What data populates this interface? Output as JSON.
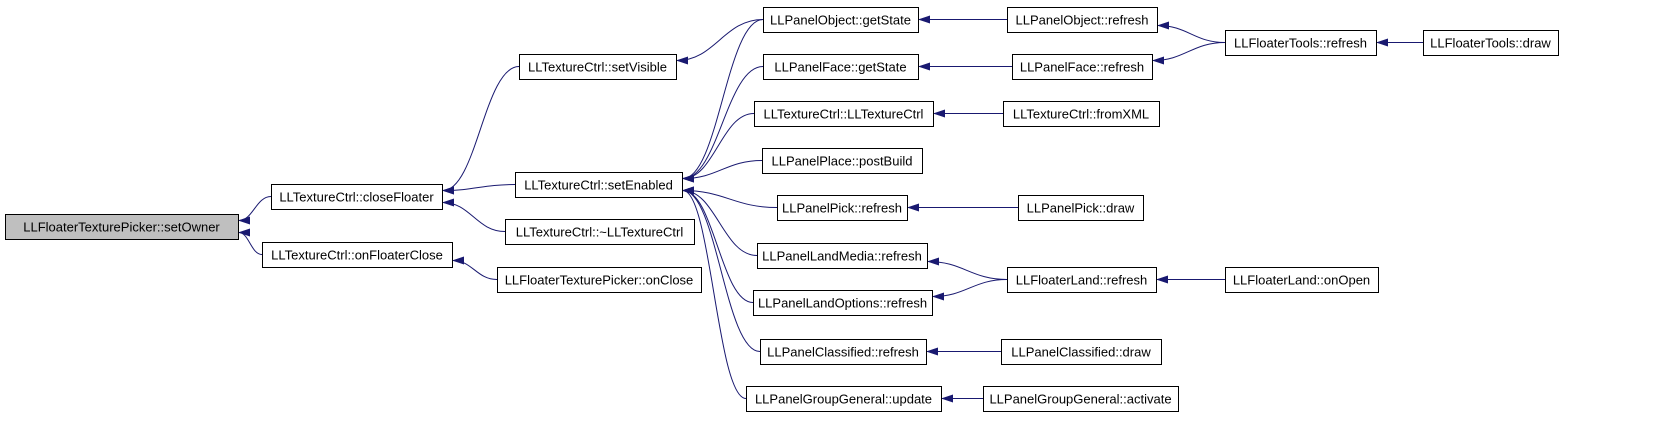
{
  "colors": {
    "edge": "#191970",
    "node_fill": "#ffffff",
    "root_fill": "#bfbfbf",
    "node_border": "#000000"
  },
  "nodes": [
    {
      "id": "root",
      "label": "LLFloaterTexturePicker::setOwner",
      "root": true
    },
    {
      "id": "closeFloater",
      "label": "LLTextureCtrl::closeFloater"
    },
    {
      "id": "onFloaterClose",
      "label": "LLTextureCtrl::onFloaterClose"
    },
    {
      "id": "setVisible",
      "label": "LLTextureCtrl::setVisible"
    },
    {
      "id": "setEnabled",
      "label": "LLTextureCtrl::setEnabled"
    },
    {
      "id": "dtor",
      "label": "LLTextureCtrl::~LLTextureCtrl"
    },
    {
      "id": "onClose",
      "label": "LLFloaterTexturePicker::onClose"
    },
    {
      "id": "objGetState",
      "label": "LLPanelObject::getState"
    },
    {
      "id": "faceGetState",
      "label": "LLPanelFace::getState"
    },
    {
      "id": "ctor",
      "label": "LLTextureCtrl::LLTextureCtrl"
    },
    {
      "id": "placePostBuild",
      "label": "LLPanelPlace::postBuild"
    },
    {
      "id": "pickRefresh",
      "label": "LLPanelPick::refresh"
    },
    {
      "id": "landMediaRefresh",
      "label": "LLPanelLandMedia::refresh"
    },
    {
      "id": "landOptionsRefresh",
      "label": "LLPanelLandOptions::refresh"
    },
    {
      "id": "classifiedRefresh",
      "label": "LLPanelClassified::refresh"
    },
    {
      "id": "groupUpdate",
      "label": "LLPanelGroupGeneral::update"
    },
    {
      "id": "objRefresh",
      "label": "LLPanelObject::refresh"
    },
    {
      "id": "faceRefresh",
      "label": "LLPanelFace::refresh"
    },
    {
      "id": "fromXML",
      "label": "LLTextureCtrl::fromXML"
    },
    {
      "id": "pickDraw",
      "label": "LLPanelPick::draw"
    },
    {
      "id": "landRefresh",
      "label": "LLFloaterLand::refresh"
    },
    {
      "id": "classifiedDraw",
      "label": "LLPanelClassified::draw"
    },
    {
      "id": "groupActivate",
      "label": "LLPanelGroupGeneral::activate"
    },
    {
      "id": "toolsRefresh",
      "label": "LLFloaterTools::refresh"
    },
    {
      "id": "landOnOpen",
      "label": "LLFloaterLand::onOpen"
    },
    {
      "id": "toolsDraw",
      "label": "LLFloaterTools::draw"
    }
  ],
  "edges": [
    {
      "from": "closeFloater",
      "to": "root"
    },
    {
      "from": "onFloaterClose",
      "to": "root"
    },
    {
      "from": "setVisible",
      "to": "closeFloater"
    },
    {
      "from": "setEnabled",
      "to": "closeFloater"
    },
    {
      "from": "dtor",
      "to": "closeFloater"
    },
    {
      "from": "onClose",
      "to": "onFloaterClose"
    },
    {
      "from": "objGetState",
      "to": "setVisible"
    },
    {
      "from": "objGetState",
      "to": "setEnabled"
    },
    {
      "from": "faceGetState",
      "to": "setEnabled"
    },
    {
      "from": "ctor",
      "to": "setEnabled"
    },
    {
      "from": "placePostBuild",
      "to": "setEnabled"
    },
    {
      "from": "pickRefresh",
      "to": "setEnabled"
    },
    {
      "from": "landMediaRefresh",
      "to": "setEnabled"
    },
    {
      "from": "landOptionsRefresh",
      "to": "setEnabled"
    },
    {
      "from": "classifiedRefresh",
      "to": "setEnabled"
    },
    {
      "from": "groupUpdate",
      "to": "setEnabled"
    },
    {
      "from": "objRefresh",
      "to": "objGetState"
    },
    {
      "from": "faceRefresh",
      "to": "faceGetState"
    },
    {
      "from": "fromXML",
      "to": "ctor"
    },
    {
      "from": "pickDraw",
      "to": "pickRefresh"
    },
    {
      "from": "landRefresh",
      "to": "landMediaRefresh"
    },
    {
      "from": "landRefresh",
      "to": "landOptionsRefresh"
    },
    {
      "from": "classifiedDraw",
      "to": "classifiedRefresh"
    },
    {
      "from": "groupActivate",
      "to": "groupUpdate"
    },
    {
      "from": "toolsRefresh",
      "to": "objRefresh"
    },
    {
      "from": "toolsRefresh",
      "to": "faceRefresh"
    },
    {
      "from": "landOnOpen",
      "to": "landRefresh"
    },
    {
      "from": "toolsDraw",
      "to": "toolsRefresh"
    }
  ]
}
